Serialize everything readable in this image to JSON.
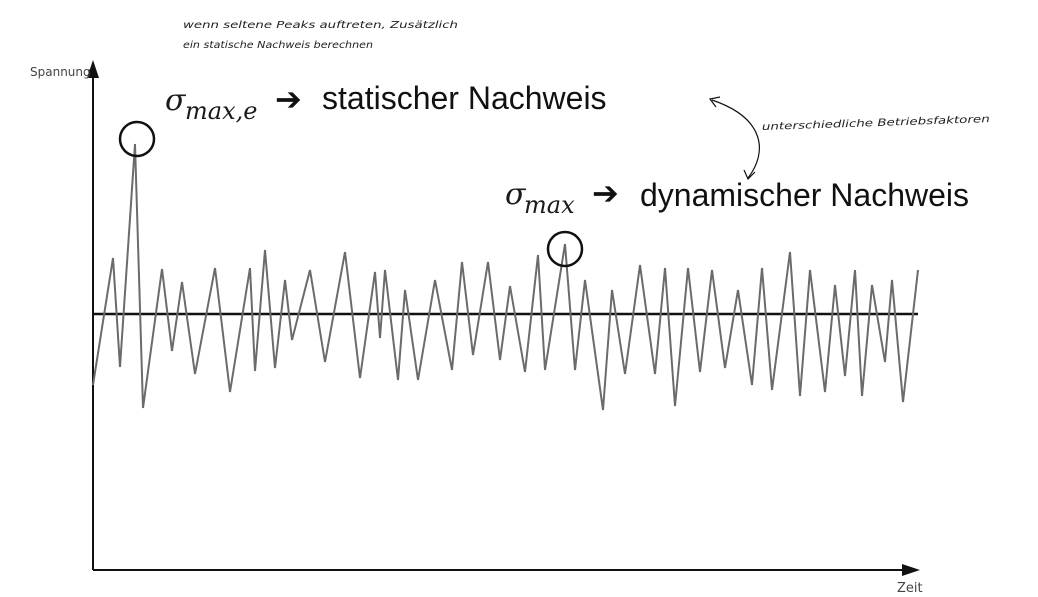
{
  "diagram": {
    "y_axis_label": "Spannung",
    "x_axis_label": "Zeit",
    "zero_line": true,
    "signal": {
      "color": "#6b6b6b",
      "peaks": [
        {
          "id": "sigma-max-e",
          "symbol": "σ",
          "subscript": "max,e",
          "arrow": "➔",
          "text": "statischer Nachweis"
        },
        {
          "id": "sigma-max",
          "symbol": "σ",
          "subscript": "max",
          "arrow": "➔",
          "text": "dynamischer Nachweis"
        }
      ]
    },
    "handwritten_notes": {
      "top_left_line1": "wenn seltene Peaks auftreten, Zusätzlich",
      "top_left_line2": "ein statische Nachweis berechnen",
      "right": "unterschiedliche Betriebsfaktoren"
    },
    "colors": {
      "axis": "#111111",
      "signal": "#6b6b6b",
      "zero_line": "#111111",
      "circle": "#111111"
    }
  }
}
